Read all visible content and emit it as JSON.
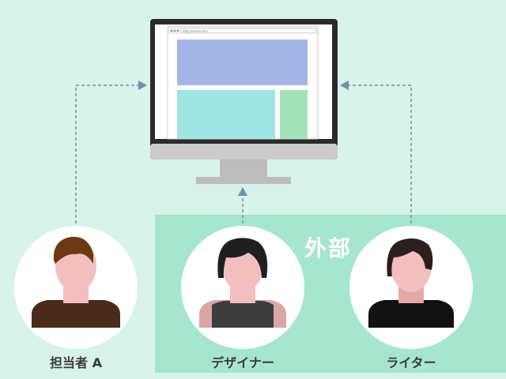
{
  "external_label": "外部",
  "people": [
    {
      "id": "person-a",
      "label": "担当者 A"
    },
    {
      "id": "designer",
      "label": "デザイナー"
    },
    {
      "id": "writer",
      "label": "ライター"
    }
  ],
  "browser": {
    "url": "http://xxxxxx.com"
  },
  "colors": {
    "background": "#d8f3ea",
    "external_region": "#a6e6cf",
    "arrow": "#6a93a8",
    "monitor_frame": "#2b2b2b",
    "monitor_stand": "#bdbdbd",
    "page_header": "#a3b6e6",
    "page_main": "#9ee4e2",
    "page_side": "#a3e3b8"
  }
}
